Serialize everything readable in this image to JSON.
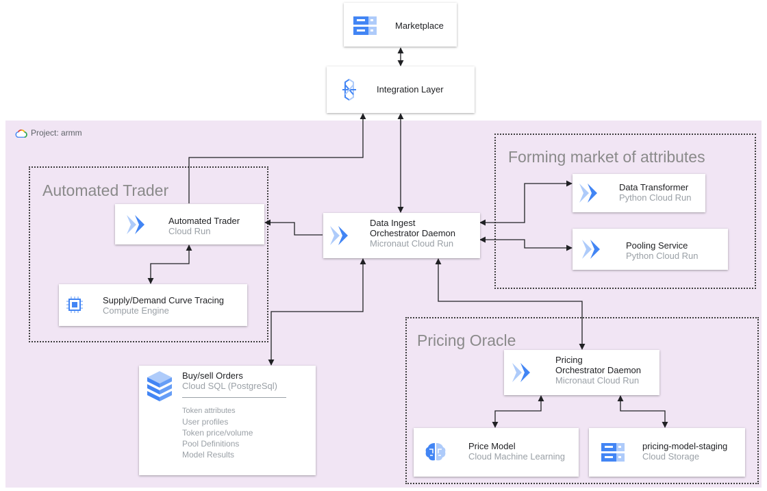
{
  "project": {
    "label": "Project: armm"
  },
  "groups": {
    "automated_trader": "Automated Trader",
    "forming_market": "Forming market of attributes",
    "pricing_oracle": "Pricing Oracle"
  },
  "nodes": {
    "marketplace": {
      "title": "Marketplace"
    },
    "integration_layer": {
      "title": "Integration Layer"
    },
    "automated_trader": {
      "title": "Automated Trader",
      "subtitle": "Cloud Run"
    },
    "supply_demand": {
      "title": "Supply/Demand Curve Tracing",
      "subtitle": "Compute Engine"
    },
    "data_ingest": {
      "title_line1": "Data Ingest",
      "title_line2": "Orchestrator Daemon",
      "subtitle": "Micronaut Cloud Run"
    },
    "data_transformer": {
      "title": "Data Transformer",
      "subtitle": "Python Cloud Run"
    },
    "pooling_service": {
      "title": "Pooling Service",
      "subtitle": "Python Cloud Run"
    },
    "pricing_daemon": {
      "title_line1": "Pricing",
      "title_line2": "Orchestrator Daemon",
      "subtitle": "Micronaut Cloud Run"
    },
    "price_model": {
      "title": "Price Model",
      "subtitle": "Cloud Machine Learning"
    },
    "pricing_storage": {
      "title": "pricing-model-staging",
      "subtitle": "Cloud Storage"
    },
    "buy_sell": {
      "title": "Buy/sell Orders",
      "subtitle": "Cloud SQL (PostgreSql)",
      "items": [
        "Token attributes",
        "User profiles",
        "Token price/volume",
        "Pool Definitions",
        "Model Results"
      ]
    }
  },
  "colors": {
    "project_bg": "#f1e5f4",
    "icon_blue": "#4285f4",
    "icon_light": "#aecbfa",
    "connector": "#202124"
  }
}
